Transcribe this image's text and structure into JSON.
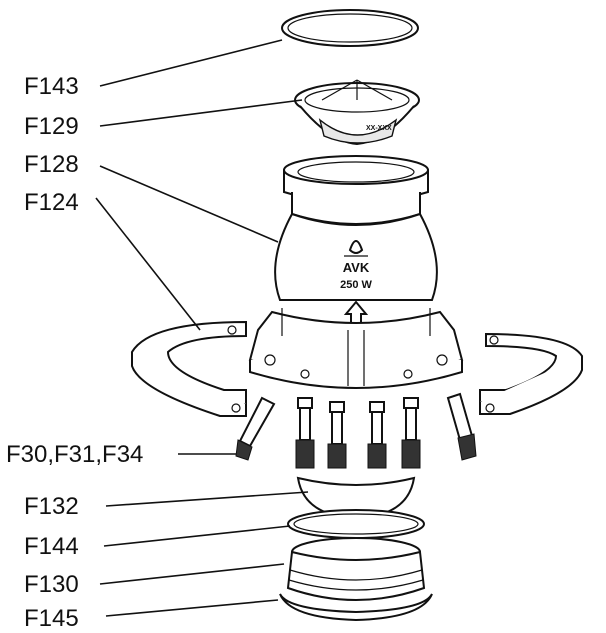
{
  "labels": {
    "f143": "F143",
    "f129": "F129",
    "f128": "F128",
    "f124": "F124",
    "f30_f31_f34": "F30,F31,F34",
    "f132": "F132",
    "f144": "F144",
    "f130": "F130",
    "f145": "F145"
  },
  "body_marking": {
    "logo": "AVK",
    "size": "250 W"
  },
  "colors": {
    "line": "#111111",
    "fill": "#ffffff",
    "shade": "#e8e8e8"
  }
}
